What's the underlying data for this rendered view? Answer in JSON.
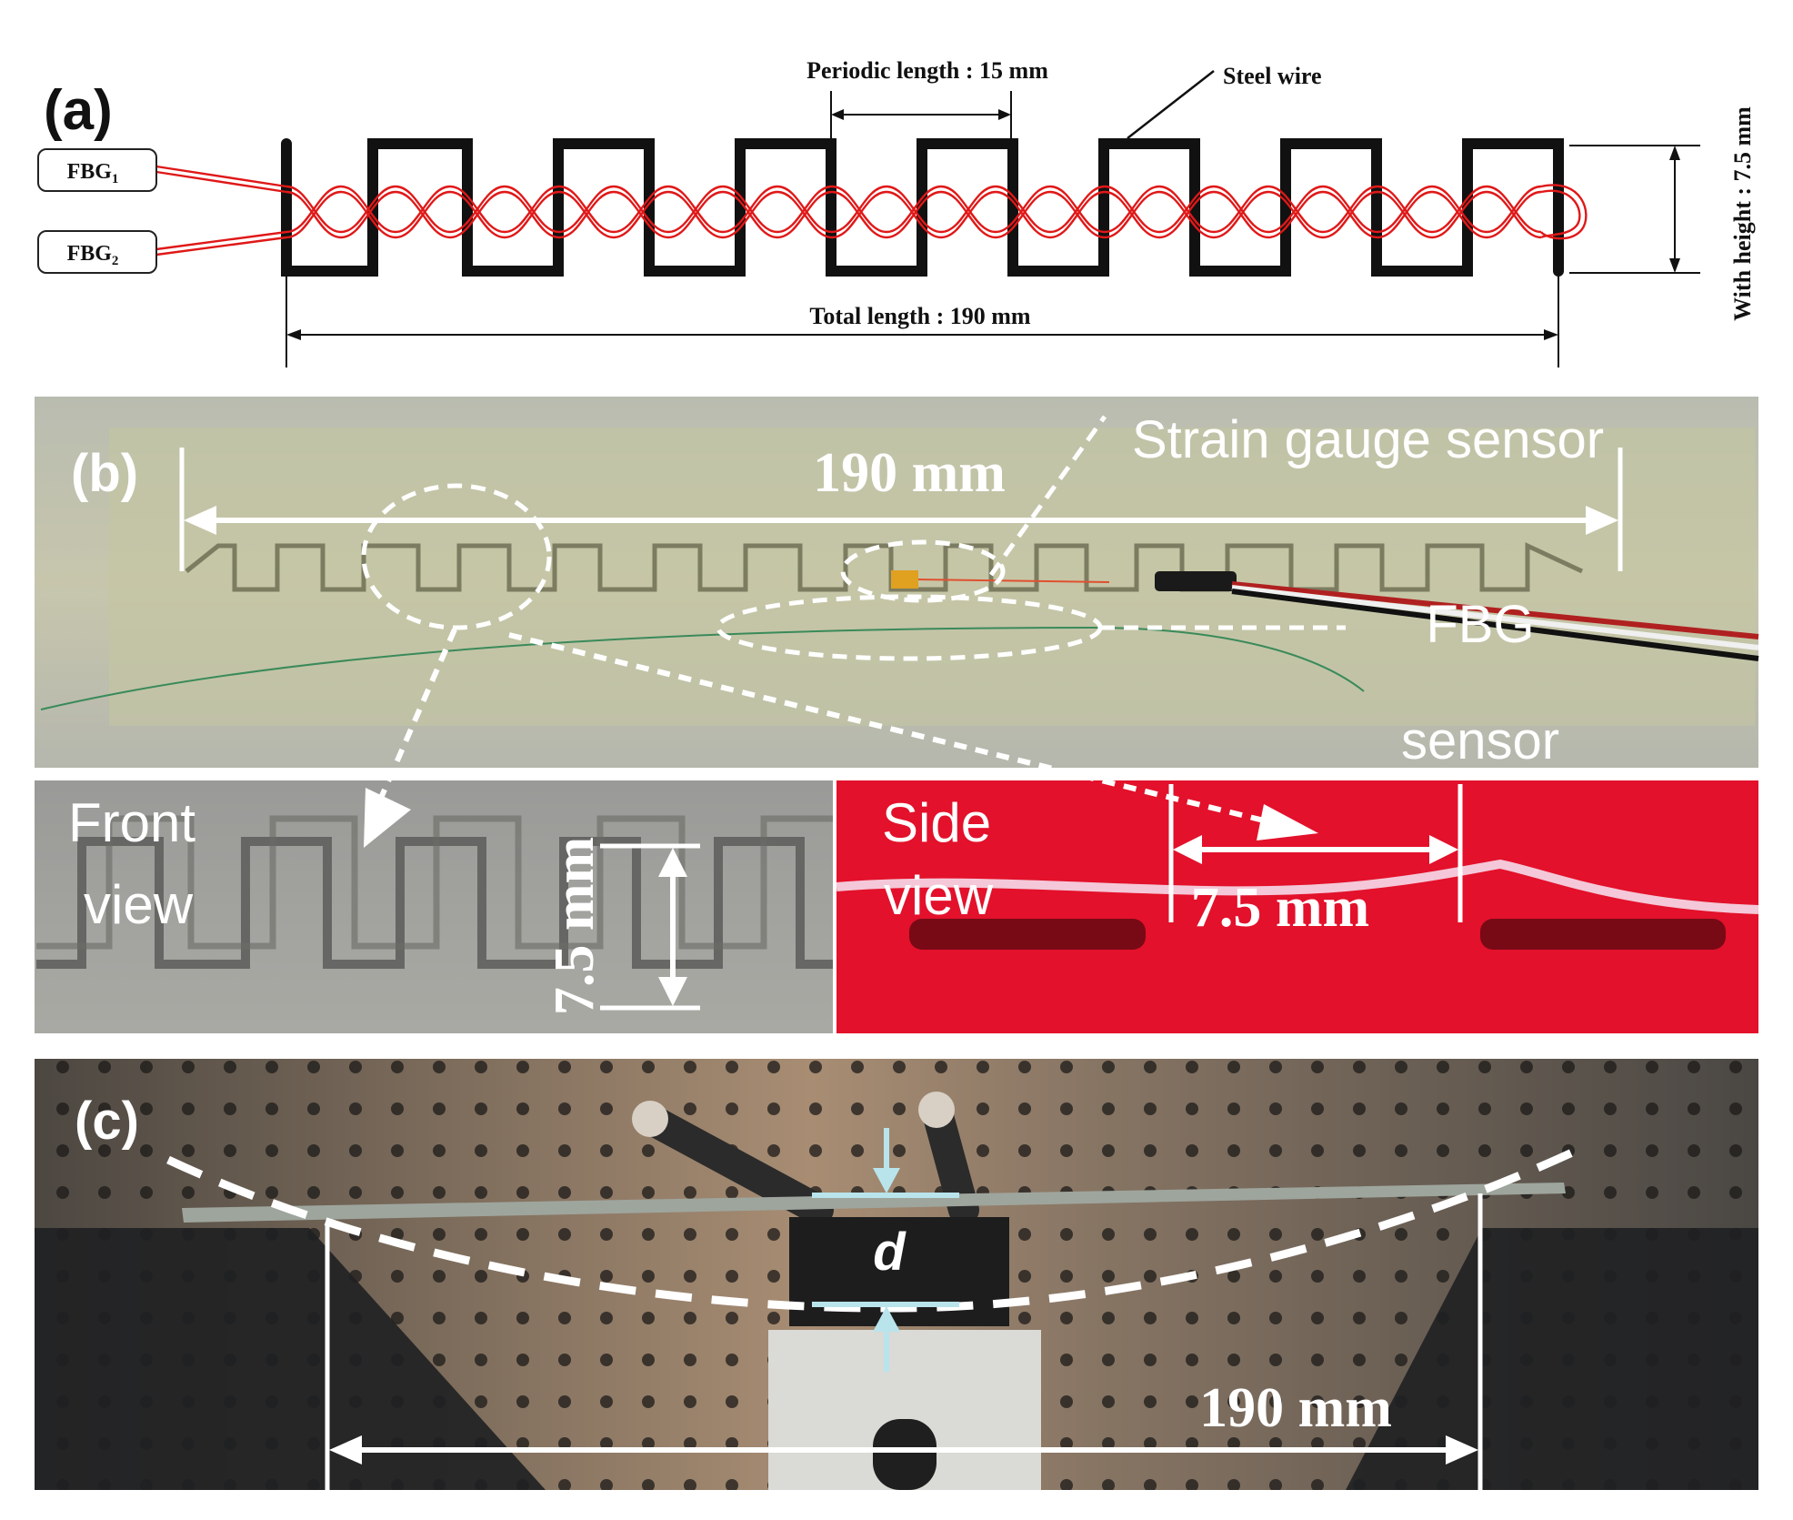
{
  "panel_a": {
    "label": "(a)",
    "periodic_length": "Periodic length : 15 mm",
    "steel_wire": "Steel wire",
    "total_length": "Total length : 190 mm",
    "width_height": "With height : 7.5 mm",
    "fbg1_base": "FBG",
    "fbg1_sub": "1",
    "fbg2_base": "FBG",
    "fbg2_sub": "2"
  },
  "panel_b": {
    "label": "(b)",
    "length": "190 mm",
    "strain_gauge": "Strain gauge sensor",
    "fbg_line1": "FBG",
    "fbg_line2": "sensor",
    "front_line1": "Front",
    "front_line2": "view",
    "front_dim": "7.5 mm",
    "side_line1": "Side",
    "side_line2": "view",
    "side_dim": "7.5 mm"
  },
  "panel_c": {
    "label": "(c)",
    "deflection": "d",
    "length": "190 mm"
  },
  "colors": {
    "steel_wire": "#111111",
    "fiber_red": "#e01818",
    "photo_b_bg": "#c9c9b4",
    "photo_side_bg": "#e8102a",
    "photo_c_bg": "#6b625a",
    "annotation": "#ffffff",
    "deflection_marker": "#b9e4ec"
  }
}
